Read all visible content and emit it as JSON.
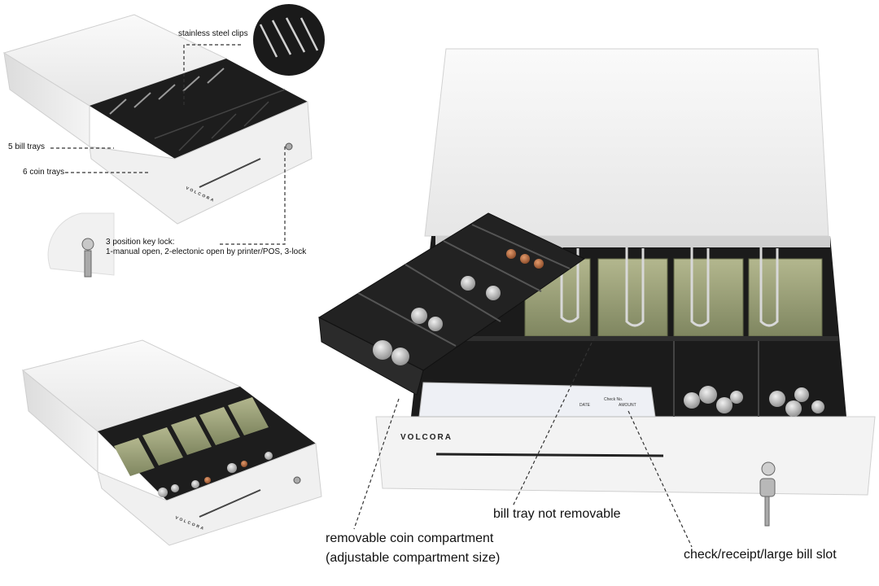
{
  "brand": {
    "name": "VOLCORA",
    "name_upside": "VOLCORA"
  },
  "callouts": {
    "clips": "stainless steel clips",
    "bill_trays": "5 bill trays",
    "coin_trays": "6 coin trays",
    "key_lock_title": "3 position key lock:",
    "key_lock_detail": "1-manual open, 2-electonic open by printer/POS, 3-lock",
    "bill_tray_fixed": "bill tray not removable",
    "coin_removable_1": "removable coin compartment",
    "coin_removable_2": "(adjustable compartment size)",
    "slot": "check/receipt/large bill slot"
  },
  "receipt": {
    "date_label": "DATE",
    "check_no": "Check No.",
    "amount_label": "AMOUNT"
  },
  "colors": {
    "drawer_white": "#f2f2f2",
    "tray_black": "#1c1c1c",
    "bill_green": "#9aa27a",
    "coin_silver": "#b8b8b8",
    "coin_copper": "#b0673e"
  }
}
